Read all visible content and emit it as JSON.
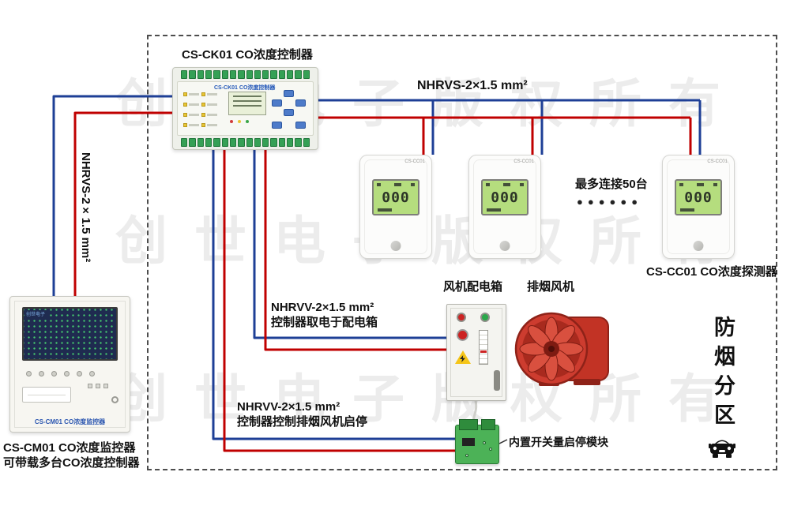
{
  "watermark": {
    "text": "创世电子版权所有"
  },
  "colors": {
    "wire_red": "#c00000",
    "wire_blue": "#1e3f96",
    "lcd_green": "#b5dd7e",
    "fan_red": "#cd3c2f",
    "watermark": "#ececec",
    "terminal_green": "#35a055"
  },
  "labels": {
    "controller": "CS-CK01 CO浓度控制器",
    "cable_top": "NHRVS-2×1.5 mm²",
    "cable_left": "NHRVS-2×1.5 mm²",
    "max_connect": "最多连接50台",
    "dots": "●●●●●●",
    "detector": "CS-CC01 CO浓度探测器",
    "power_box": "风机配电箱",
    "fan": "排烟风机",
    "cable_power_line1": "NHRVV-2×1.5 mm²",
    "cable_power_line2": "控制器取电于配电箱",
    "cable_control_line1": "NHRVV-2×1.5 mm²",
    "cable_control_line2": "控制器控制排烟风机启停",
    "module": "内置开关量启停模块",
    "monitor_line1": "CS-CM01 CO浓度监控器",
    "monitor_line2": "可带载多台CO浓度控制器",
    "zone": "防烟分区"
  },
  "controller_device": {
    "panel_title": "CS-CK01 CO浓度控制器"
  },
  "detector_device": {
    "model": "CS-CC01",
    "lcd_value": "000"
  },
  "monitor_device": {
    "screen_logo": "创世电子",
    "device_label": "CS-CM01 CO浓度监控器"
  }
}
